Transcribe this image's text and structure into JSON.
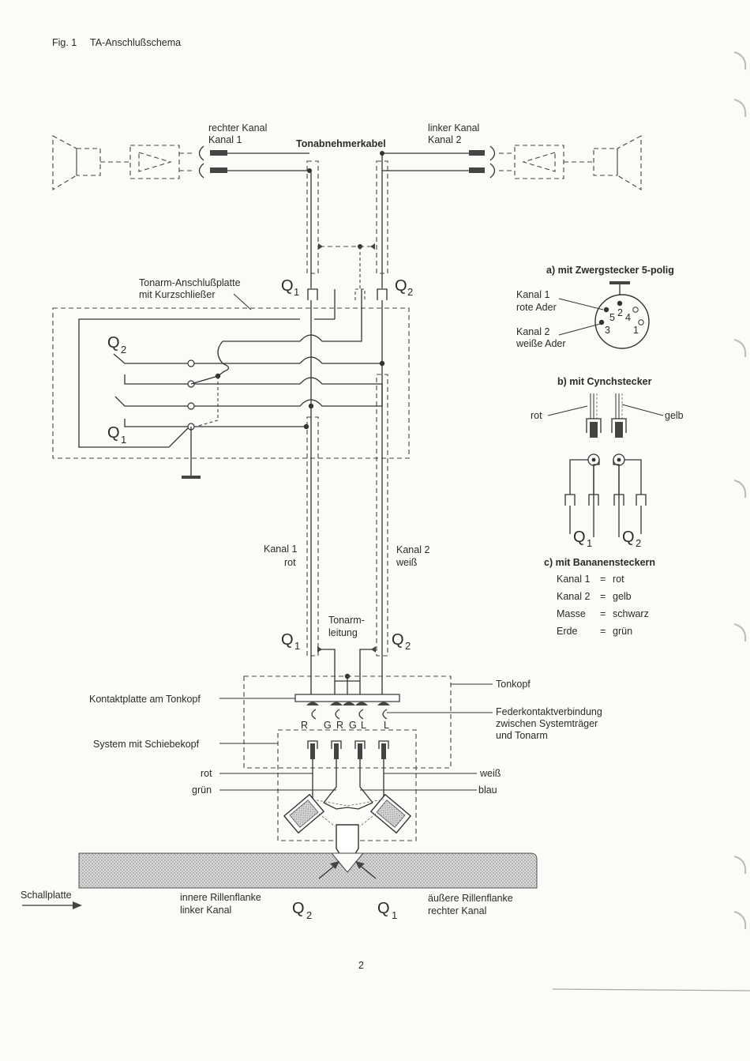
{
  "header": {
    "fig_label": "Fig. 1",
    "title": "TA-Anschlußschema"
  },
  "cable": {
    "right_channel": "rechter Kanal",
    "channel1": "Kanal 1",
    "title": "Tonabnehmerkabel",
    "left_channel": "linker Kanal",
    "channel2": "Kanal 2"
  },
  "connection_plate": {
    "label_line1": "Tonarm-Anschlußplatte",
    "label_line2": "mit Kurzschließer"
  },
  "q": {
    "q1": "Q",
    "q2": "Q",
    "sub1": "1",
    "sub2": "2"
  },
  "legend": {
    "a_title": "a) mit Zwergstecker 5-polig",
    "a_k1_l1": "Kanal 1",
    "a_k1_l2": "rote Ader",
    "a_k2_l1": "Kanal 2",
    "a_k2_l2": "weiße Ader",
    "pins": {
      "p5": "5",
      "p2": "2",
      "p4": "4",
      "p3": "3",
      "p1": "1"
    },
    "b_title": "b) mit Cynchstecker",
    "b_rot": "rot",
    "b_gelb": "gelb",
    "c_title": "c) mit Bananensteckern",
    "c_rows": [
      {
        "key": "Kanal 1",
        "eq": "=",
        "val": "rot"
      },
      {
        "key": "Kanal 2",
        "eq": "=",
        "val": "gelb"
      },
      {
        "key": "Masse",
        "eq": "=",
        "val": "schwarz"
      },
      {
        "key": "Erde",
        "eq": "=",
        "val": "grün"
      }
    ]
  },
  "arm": {
    "k1_l1": "Kanal 1",
    "k1_l2": "rot",
    "k2_l1": "Kanal 2",
    "k2_l2": "weiß",
    "lead_l1": "Tonarm-",
    "lead_l2": "leitung"
  },
  "head": {
    "tonkopf": "Tonkopf",
    "contact_plate": "Kontaktplatte am Tonkopf",
    "spring_l1": "Federkontaktverbindung",
    "spring_l2": "zwischen Systemträger",
    "spring_l3": "und Tonarm",
    "system": "System mit Schiebekopf",
    "pin_r": "R",
    "pin_g1": "G",
    "pin_r2": "R",
    "pin_g2": "G",
    "pin_l1": "L",
    "pin_l2": "L",
    "rot": "rot",
    "gruen": "grün",
    "weiss": "weiß",
    "blau": "blau"
  },
  "record": {
    "schallplatte": "Schallplatte",
    "inner_l1": "innere Rillenflanke",
    "inner_l2": "linker Kanal",
    "outer_l1": "äußere Rillenflanke",
    "outer_l2": "rechter Kanal"
  },
  "footer": {
    "page_number": "2"
  }
}
